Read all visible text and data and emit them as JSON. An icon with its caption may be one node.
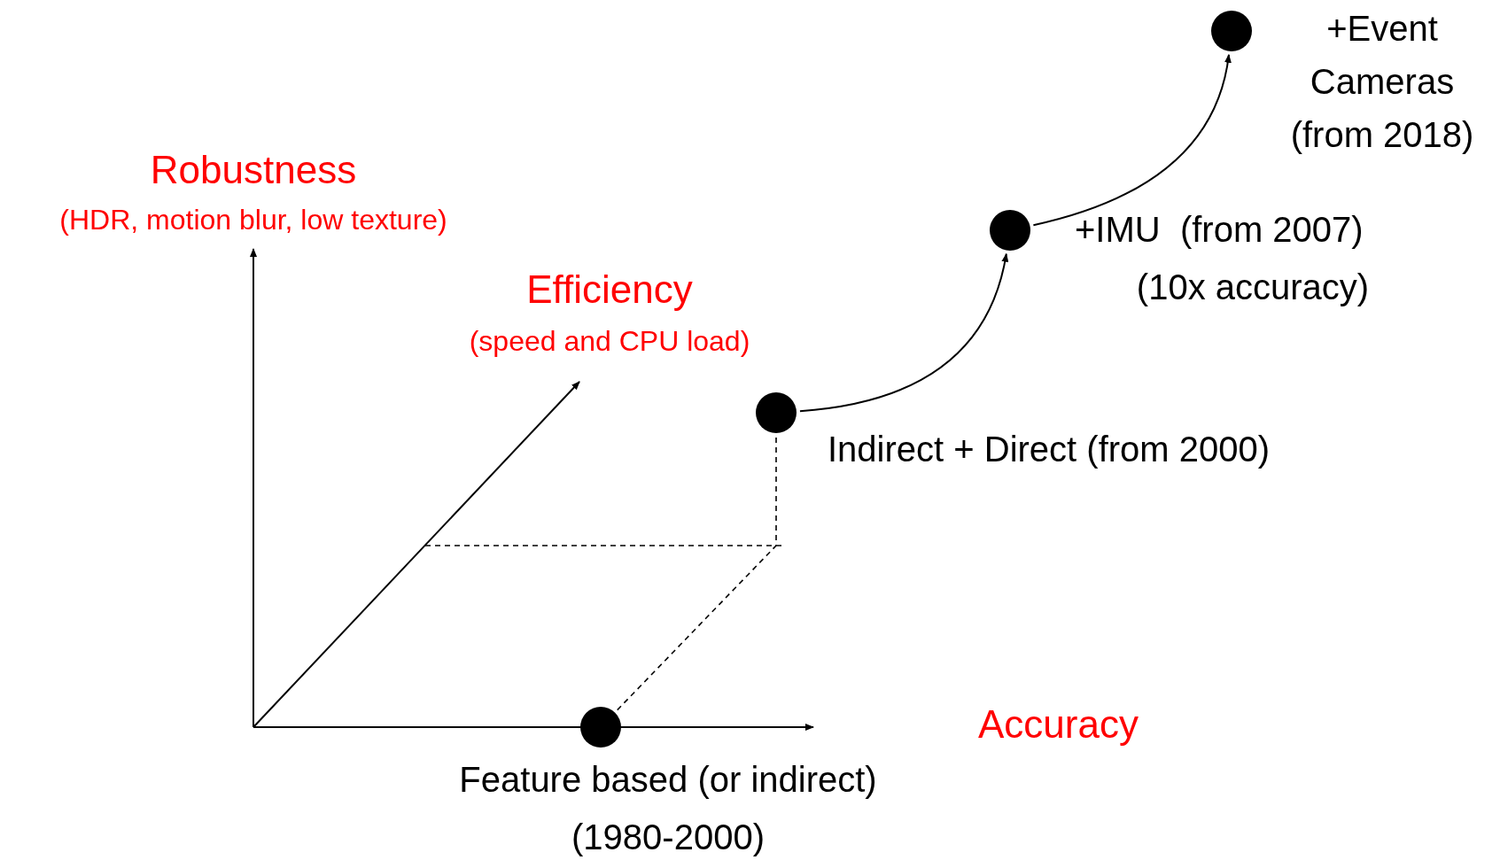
{
  "diagram": {
    "nodes": [
      {
        "text": [],
        "shape": "circle",
        "beside": [
          "Feature based (or indirect)",
          "(1980-2000)"
        ]
      },
      {
        "text": [],
        "shape": "circle",
        "beside": [
          "Indirect + Direct (from 2000)"
        ]
      },
      {
        "text": [],
        "shape": "circle",
        "beside": [
          "+IMU  (from 2007)",
          "(10x accuracy)"
        ]
      },
      {
        "text": [],
        "shape": "circle",
        "beside": [
          "+Event Cameras (from 2018)"
        ]
      }
    ],
    "edges": [
      {
        "from": 1,
        "to": 2,
        "arrow": "to"
      },
      {
        "from": 2,
        "to": 3,
        "arrow": "to"
      },
      {
        "from": 0,
        "to": 1,
        "arrow": "none",
        "style": "dashed"
      }
    ],
    "labels": [
      "Robustness",
      "(HDR, motion blur, low texture)",
      "Efficiency",
      "(speed and CPU load)",
      "Accuracy"
    ]
  }
}
